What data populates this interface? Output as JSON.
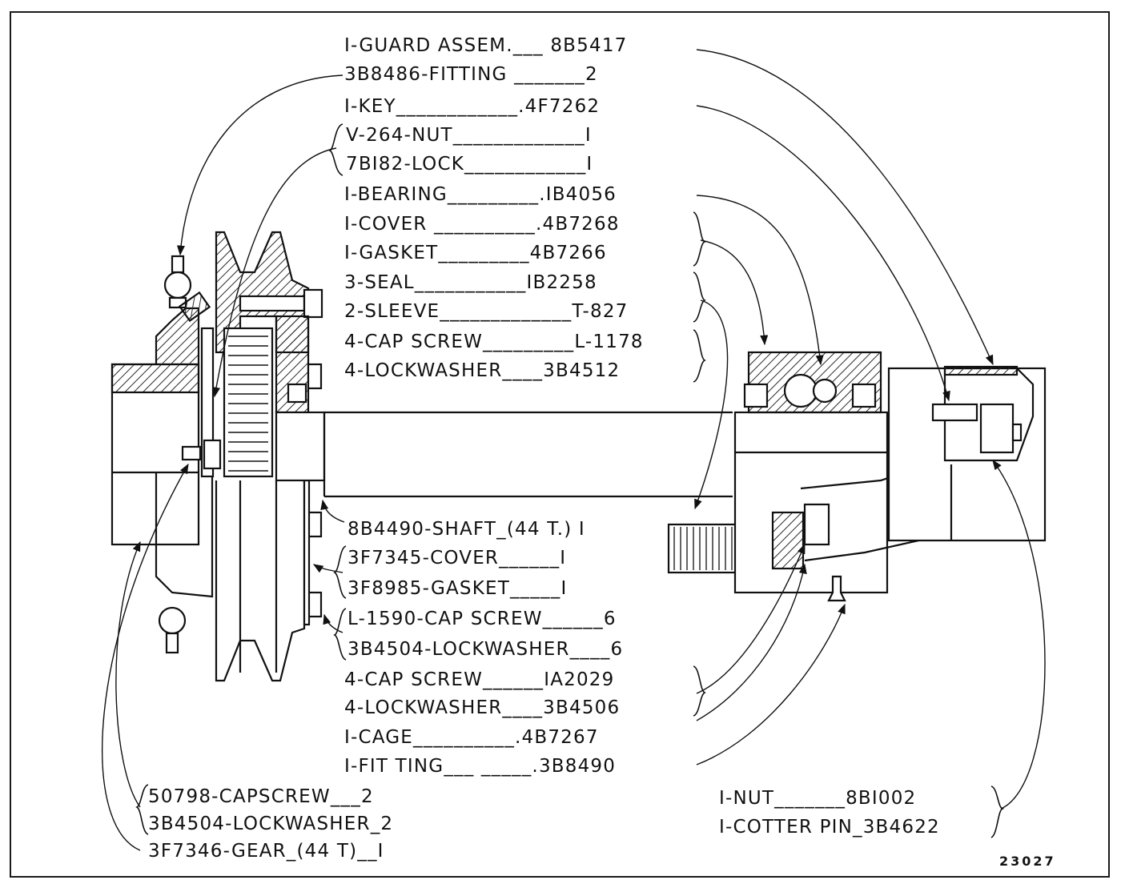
{
  "figure_number": "23027",
  "colors": {
    "ink": "#111111",
    "paper": "#ffffff",
    "hatch": "#2a2a2a"
  },
  "labels": {
    "l01": "I-GUARD ASSEM.___ 8B5417",
    "l02": "3B8486-FITTING _______2",
    "l03": "I-KEY____________.4F7262",
    "l04": "V-264-NUT_____________I",
    "l05": "7BI82-LOCK____________I",
    "l06": "I-BEARING_________.IB4056",
    "l07": "I-COVER __________.4B7268",
    "l08": "I-GASKET_________4B7266",
    "l09": "3-SEAL___________IB2258",
    "l10": "2-SLEEVE_____________T-827",
    "l11": "4-CAP SCREW_________L-1178",
    "l12": "4-LOCKWASHER____3B4512",
    "l13": "8B4490-SHAFT_(44 T.) I",
    "l14": "3F7345-COVER______I",
    "l15": "3F8985-GASKET_____I",
    "l16": "L-1590-CAP SCREW______6",
    "l17": "3B4504-LOCKWASHER____6",
    "l18": "4-CAP SCREW______IA2029",
    "l19": "4-LOCKWASHER____3B4506",
    "l20": "I-CAGE__________.4B7267",
    "l21": "I-FIT TING___ _____.3B8490",
    "l22": "50798-CAPSCREW___2",
    "l23": "3B4504-LOCKWASHER_2",
    "l24": "3F7346-GEAR_(44 T)__I",
    "l25": "I-NUT_______8BI002",
    "l26": "I-COTTER PIN_3B4622"
  }
}
